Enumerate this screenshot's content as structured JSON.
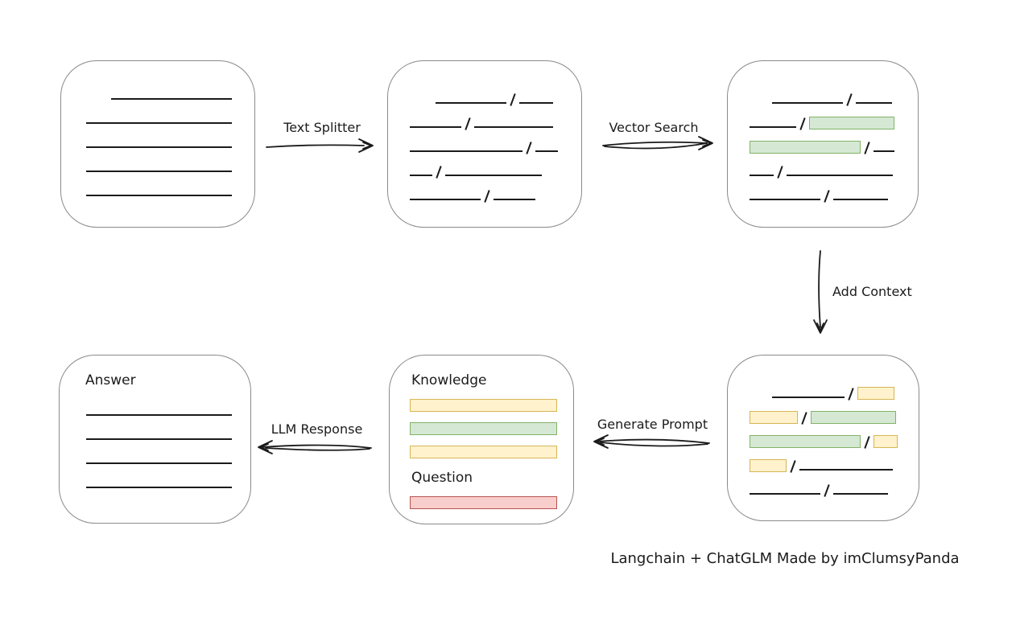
{
  "diagram": {
    "caption": "Langchain + ChatGLM Made by imClumsyPanda",
    "labels": {
      "text_splitter": "Text Splitter",
      "vector_search": "Vector Search",
      "add_context": "Add Context",
      "generate_prompt": "Generate Prompt",
      "llm_response": "LLM Response"
    },
    "colors": {
      "green_fill": "#d5e8d4",
      "green_border": "#82b366",
      "yellow_fill": "#fff2cc",
      "yellow_border": "#d6b656",
      "red_fill": "#f8cecc",
      "red_border": "#b85450",
      "box_border": "#8a8a8a",
      "ink": "#1b1b1b"
    },
    "boxes": {
      "document": {
        "rows": [
          [
            {
              "t": "line",
              "w": 150,
              "ind": 31
            }
          ],
          [
            {
              "t": "line",
              "w": 181
            }
          ],
          [
            {
              "t": "line",
              "w": 181
            }
          ],
          [
            {
              "t": "line",
              "w": 181
            }
          ],
          [
            {
              "t": "line",
              "w": 181
            }
          ]
        ]
      },
      "chunks": {
        "rows": [
          [
            {
              "t": "line",
              "w": 88,
              "ind": 32
            },
            {
              "t": "slash"
            },
            {
              "t": "line",
              "w": 42
            }
          ],
          [
            {
              "t": "line",
              "w": 64
            },
            {
              "t": "slash"
            },
            {
              "t": "line",
              "w": 98
            }
          ],
          [
            {
              "t": "line",
              "w": 140
            },
            {
              "t": "slash"
            },
            {
              "t": "line",
              "w": 28
            }
          ],
          [
            {
              "t": "line",
              "w": 28
            },
            {
              "t": "slash"
            },
            {
              "t": "line",
              "w": 120
            }
          ],
          [
            {
              "t": "line",
              "w": 88
            },
            {
              "t": "slash"
            },
            {
              "t": "line",
              "w": 52
            }
          ]
        ]
      },
      "retrieved": {
        "rows": [
          [
            {
              "t": "line",
              "w": 88,
              "ind": 28
            },
            {
              "t": "slash"
            },
            {
              "t": "line",
              "w": 45
            }
          ],
          [
            {
              "t": "line",
              "w": 58
            },
            {
              "t": "slash"
            },
            {
              "t": "bar",
              "c": "green",
              "w": 104
            }
          ],
          [
            {
              "t": "bar",
              "c": "green",
              "w": 136
            },
            {
              "t": "slash"
            },
            {
              "t": "line",
              "w": 26
            }
          ],
          [
            {
              "t": "line",
              "w": 30
            },
            {
              "t": "slash"
            },
            {
              "t": "line",
              "w": 132
            }
          ],
          [
            {
              "t": "line",
              "w": 88
            },
            {
              "t": "slash"
            },
            {
              "t": "line",
              "w": 68
            }
          ]
        ]
      },
      "context": {
        "rows": [
          [
            {
              "t": "line",
              "w": 90,
              "ind": 28
            },
            {
              "t": "slash"
            },
            {
              "t": "bar",
              "c": "yellow",
              "w": 44
            }
          ],
          [
            {
              "t": "bar",
              "c": "yellow",
              "w": 58
            },
            {
              "t": "slash"
            },
            {
              "t": "bar",
              "c": "green",
              "w": 104
            }
          ],
          [
            {
              "t": "bar",
              "c": "green",
              "w": 136
            },
            {
              "t": "slash"
            },
            {
              "t": "bar",
              "c": "yellow",
              "w": 28
            }
          ],
          [
            {
              "t": "bar",
              "c": "yellow",
              "w": 44
            },
            {
              "t": "slash"
            },
            {
              "t": "line",
              "w": 116
            }
          ],
          [
            {
              "t": "line",
              "w": 88
            },
            {
              "t": "slash"
            },
            {
              "t": "line",
              "w": 68
            }
          ]
        ]
      },
      "prompt": {
        "knowledge_label": "Knowledge",
        "question_label": "Question",
        "knowledge_rows": [
          [
            {
              "t": "bar",
              "c": "yellow",
              "w": 181
            }
          ],
          [
            {
              "t": "bar",
              "c": "green",
              "w": 181
            }
          ],
          [
            {
              "t": "bar",
              "c": "yellow",
              "w": 181
            }
          ]
        ],
        "question_rows": [
          [
            {
              "t": "bar",
              "c": "red",
              "w": 181
            }
          ]
        ]
      },
      "answer": {
        "label": "Answer",
        "rows": [
          [
            {
              "t": "line",
              "w": 181
            }
          ],
          [
            {
              "t": "line",
              "w": 181
            }
          ],
          [
            {
              "t": "line",
              "w": 181
            }
          ],
          [
            {
              "t": "line",
              "w": 181
            }
          ]
        ]
      }
    }
  }
}
